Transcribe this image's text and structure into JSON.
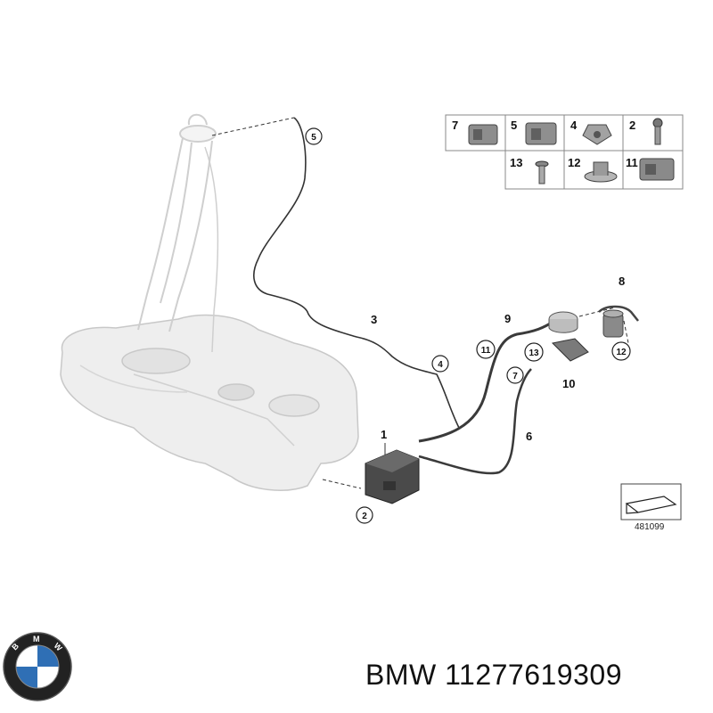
{
  "caption": {
    "brand": "BMW",
    "part_number": "11277619309"
  },
  "logo": {
    "letters": [
      "B",
      "M",
      "W"
    ],
    "colors": {
      "blue": "#2f6fb5",
      "ring": "#222222",
      "white": "#ffffff"
    }
  },
  "callouts": {
    "c1": "1",
    "c2": "2",
    "c3": "3",
    "c4": "4",
    "c5": "5",
    "c6": "6",
    "c7": "7",
    "c8": "8",
    "c9": "9",
    "c10": "10",
    "c11": "11",
    "c12": "12",
    "c13": "13"
  },
  "parts_grid": {
    "row1": [
      "7",
      "5",
      "4",
      "2"
    ],
    "row2": [
      "13",
      "12",
      "11"
    ]
  },
  "reference_box": {
    "number": "481099"
  }
}
